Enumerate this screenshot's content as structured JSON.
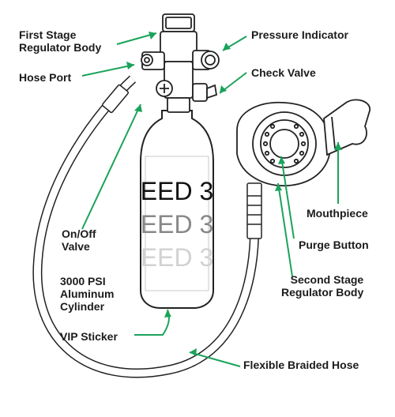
{
  "cylinder_text": "EED 3",
  "accent_color": "#1aa35a",
  "labels": {
    "first_stage": [
      "First Stage",
      "Regulator Body"
    ],
    "hose_port": "Hose Port",
    "pressure_indicator": "Pressure Indicator",
    "check_valve": "Check Valve",
    "mouthpiece": "Mouthpiece",
    "purge_button": "Purge Button",
    "second_stage": [
      "Second Stage",
      "Regulator Body"
    ],
    "on_off_valve": [
      "On/Off",
      "Valve"
    ],
    "cylinder": [
      "3000 PSI",
      "Aluminum",
      "Cylinder"
    ],
    "vip_sticker": "VIP Sticker",
    "hose": "Flexible Braided Hose"
  }
}
